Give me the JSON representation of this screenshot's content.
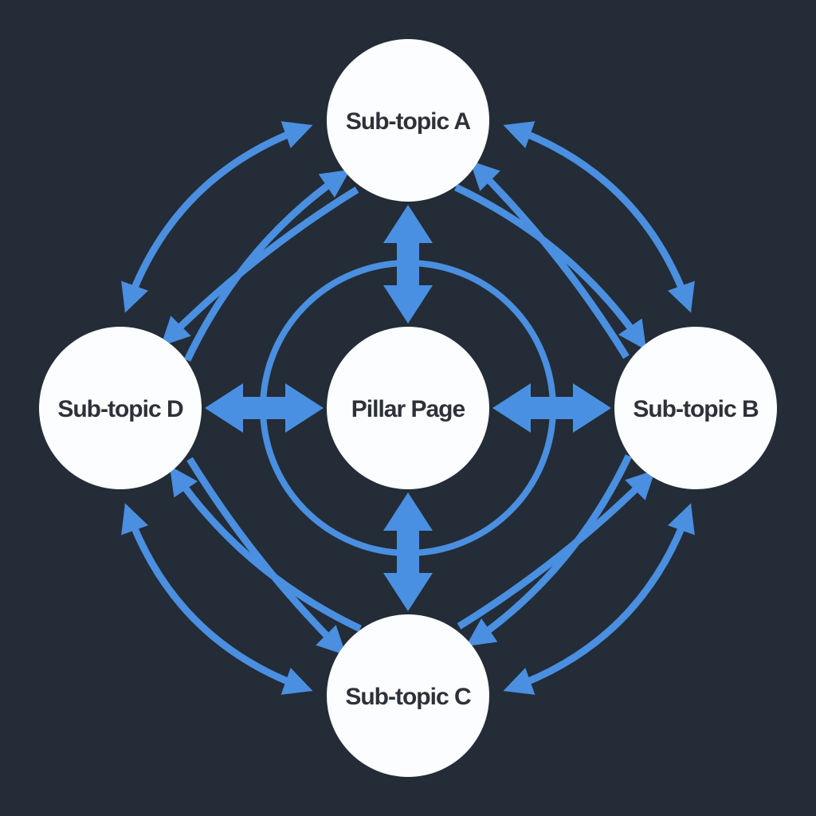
{
  "nodes": {
    "center": {
      "label": "Pillar Page"
    },
    "top": {
      "label": "Sub-topic A"
    },
    "right": {
      "label": "Sub-topic B"
    },
    "bottom": {
      "label": "Sub-topic C"
    },
    "left": {
      "label": "Sub-topic D"
    }
  },
  "edges": [
    {
      "from": "Pillar Page",
      "to": "Sub-topic A",
      "type": "bidirectional-hub-spoke"
    },
    {
      "from": "Pillar Page",
      "to": "Sub-topic B",
      "type": "bidirectional-hub-spoke"
    },
    {
      "from": "Pillar Page",
      "to": "Sub-topic C",
      "type": "bidirectional-hub-spoke"
    },
    {
      "from": "Pillar Page",
      "to": "Sub-topic D",
      "type": "bidirectional-hub-spoke"
    },
    {
      "from": "Sub-topic A",
      "to": "Sub-topic B",
      "type": "bidirectional-curved"
    },
    {
      "from": "Sub-topic B",
      "to": "Sub-topic C",
      "type": "bidirectional-curved"
    },
    {
      "from": "Sub-topic C",
      "to": "Sub-topic D",
      "type": "bidirectional-curved"
    },
    {
      "from": "Sub-topic D",
      "to": "Sub-topic A",
      "type": "bidirectional-curved"
    },
    {
      "from": "Sub-topic A",
      "to": "Sub-topic C",
      "type": "ring-link"
    },
    {
      "from": "Sub-topic B",
      "to": "Sub-topic D",
      "type": "ring-link"
    }
  ],
  "colors": {
    "background": "#232c37",
    "hub_arrow": "#4a90e2",
    "arc": "#4a8fe0",
    "node_fill": "#fcfdfe",
    "node_text": "#2e3138"
  }
}
